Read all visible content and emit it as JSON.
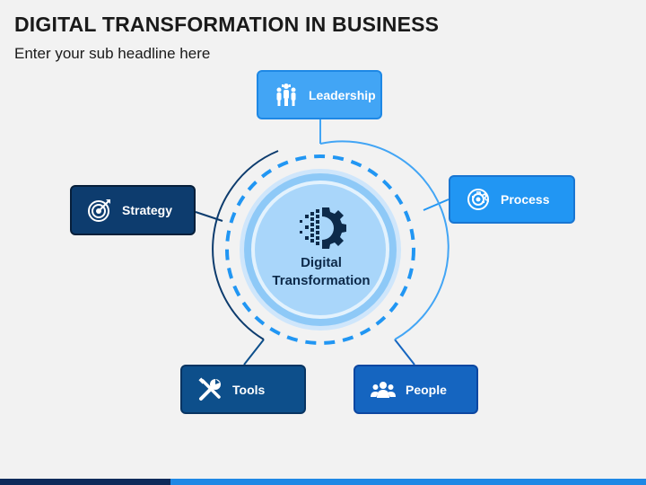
{
  "header": {
    "title": "DIGITAL TRANSFORMATION IN BUSINESS",
    "subtitle": "Enter your sub headline here"
  },
  "center": {
    "line1": "Digital",
    "line2": "Transformation"
  },
  "nodes": {
    "leadership": "Leadership",
    "process": "Process",
    "strategy": "Strategy",
    "tools": "Tools",
    "people": "People"
  },
  "colors": {
    "leadership": "#42a5f5",
    "process": "#2196f3",
    "strategy": "#0d3c6e",
    "tools": "#0d4f8b",
    "people": "#1565c0",
    "ring_light": "#90caf9",
    "ring_dash": "#2196f3"
  }
}
